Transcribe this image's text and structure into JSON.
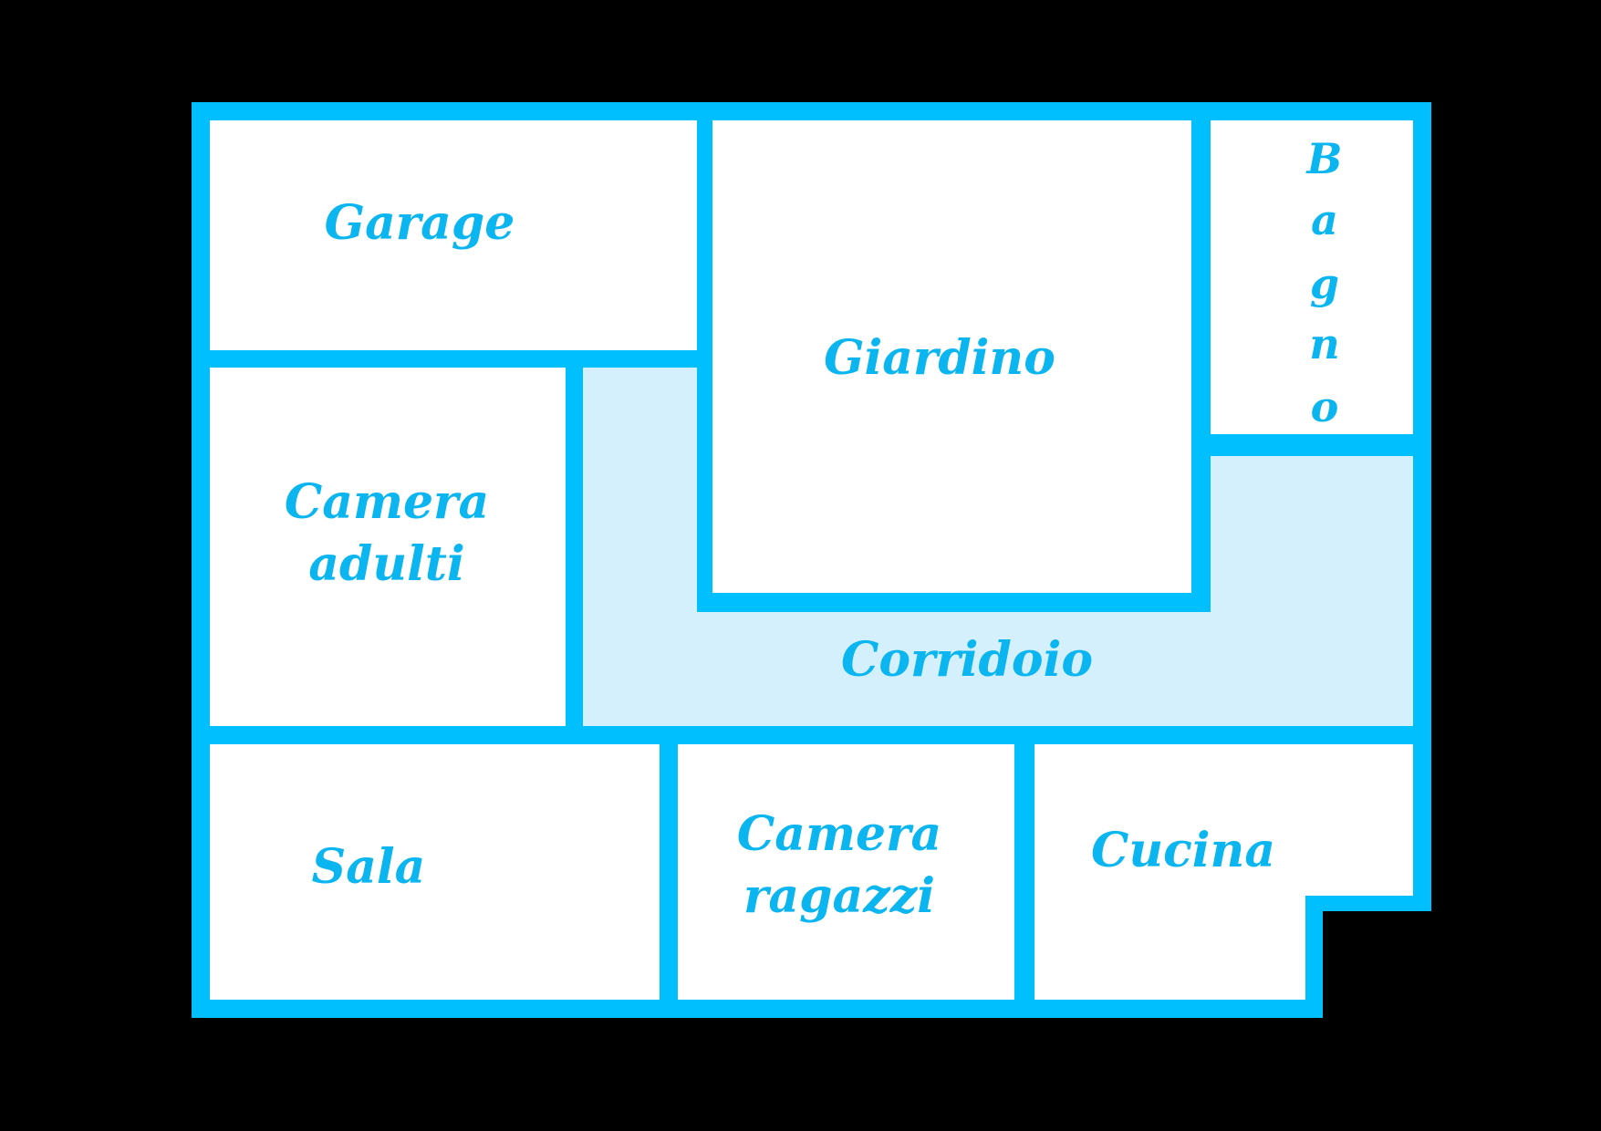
{
  "colors": {
    "background": "#000000",
    "wall": "#00BFFF",
    "room": "#FFFFFF",
    "corridor": "#D4F0FC",
    "label": "#0BB5F0"
  },
  "rooms": {
    "garage": "Garage",
    "giardino": "Giardino",
    "bagno_letters": [
      "B",
      "a",
      "g",
      "n",
      "o"
    ],
    "camera_adulti_line1": "Camera",
    "camera_adulti_line2": "adulti",
    "corridoio": "Corridoio",
    "sala": "Sala",
    "camera_ragazzi_line1": "Camera",
    "camera_ragazzi_line2": "ragazzi",
    "cucina": "Cucina"
  }
}
